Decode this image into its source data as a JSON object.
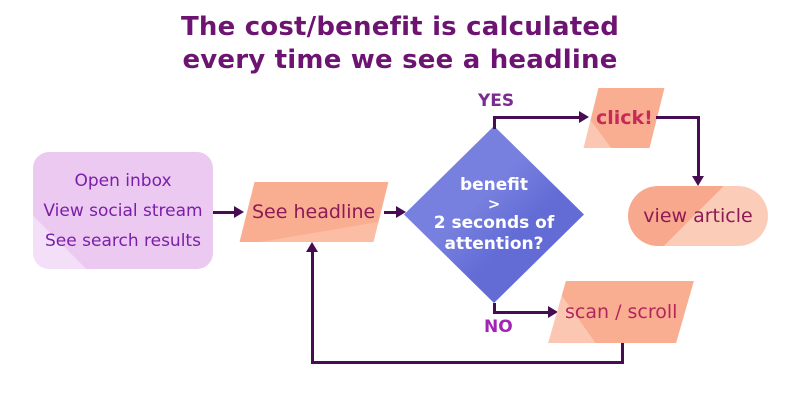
{
  "title": {
    "line1": "The cost/benefit is calculated",
    "line2": "every time we see a headline"
  },
  "colors": {
    "title_text": "#6D1472",
    "connector": "#470D52",
    "salmon_shape": "#F9AE92",
    "lavender_shape": "#ECC9F1",
    "diamond_shape": "#6C74D8",
    "maroon_text": "#8E1A55",
    "source_text": "#7A1FA8"
  },
  "nodes": {
    "sources": {
      "items": [
        "Open inbox",
        "View social stream",
        "See search results"
      ]
    },
    "see_headline": {
      "label": "See headline"
    },
    "decision": {
      "line1": "benefit",
      "operator": ">",
      "line2": "2 seconds of",
      "line3": "attention?"
    },
    "click": {
      "label": "click!"
    },
    "view_article": {
      "label": "view article"
    },
    "scan_scroll": {
      "label": "scan / scroll"
    }
  },
  "edges": {
    "yes_label": "YES",
    "no_label": "NO"
  }
}
